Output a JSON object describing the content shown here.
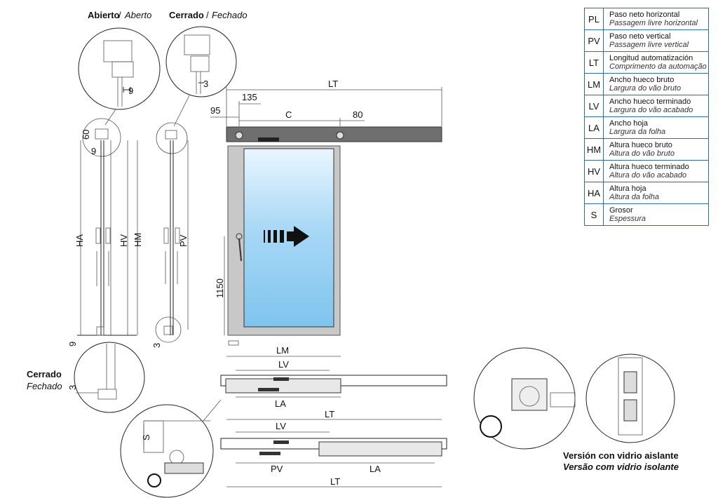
{
  "views": {
    "open_title": "Abierto",
    "open_title_pt": "Aberto",
    "closed_title": "Cerrado",
    "closed_title_pt": "Fechado",
    "bottom_left_title": "Cerrado",
    "bottom_left_title_pt": "Fechado",
    "insulated_title": "Versión con vidrio aislante",
    "insulated_title_pt": "Versão com vidrio isolante"
  },
  "dimensions": {
    "open_gap": "9",
    "closed_gap": "3",
    "side_60": "60",
    "side_9": "9",
    "bottom_9": "9",
    "bottom_3": "3",
    "ha": "HA",
    "hv": "HV",
    "hm": "HM",
    "pv": "PV",
    "lt": "LT",
    "d135": "135",
    "d95": "95",
    "c": "C",
    "d80": "80",
    "h1150": "1150",
    "lm": "LM",
    "lv": "LV",
    "la": "LA",
    "lt2": "LT",
    "lv2": "LV",
    "pv2": "PV",
    "la2": "LA",
    "lt3": "LT",
    "s": "S",
    "bottom_left_3": "3"
  },
  "legend": [
    {
      "code": "PL",
      "es": "Paso neto horizontal",
      "pt": "Passagem livre horizontal"
    },
    {
      "code": "PV",
      "es": "Paso neto vertical",
      "pt": "Passagem livre vertical"
    },
    {
      "code": "LT",
      "es": "Longitud automatización",
      "pt": "Comprimento da automação"
    },
    {
      "code": "LM",
      "es": "Ancho hueco bruto",
      "pt": "Largura do vão bruto"
    },
    {
      "code": "LV",
      "es": "Ancho hueco terminado",
      "pt": "Largura do vão acabado"
    },
    {
      "code": "LA",
      "es": "Ancho hoja",
      "pt": "Largura da folha"
    },
    {
      "code": "HM",
      "es": "Altura hueco bruto",
      "pt": "Altura do vão bruto"
    },
    {
      "code": "HV",
      "es": "Altura hueco terminado",
      "pt": "Altura do vão acabado"
    },
    {
      "code": "HA",
      "es": "Altura hoja",
      "pt": "Altura da folha"
    },
    {
      "code": "S",
      "es": "Grosor",
      "pt": "Espessura"
    }
  ]
}
